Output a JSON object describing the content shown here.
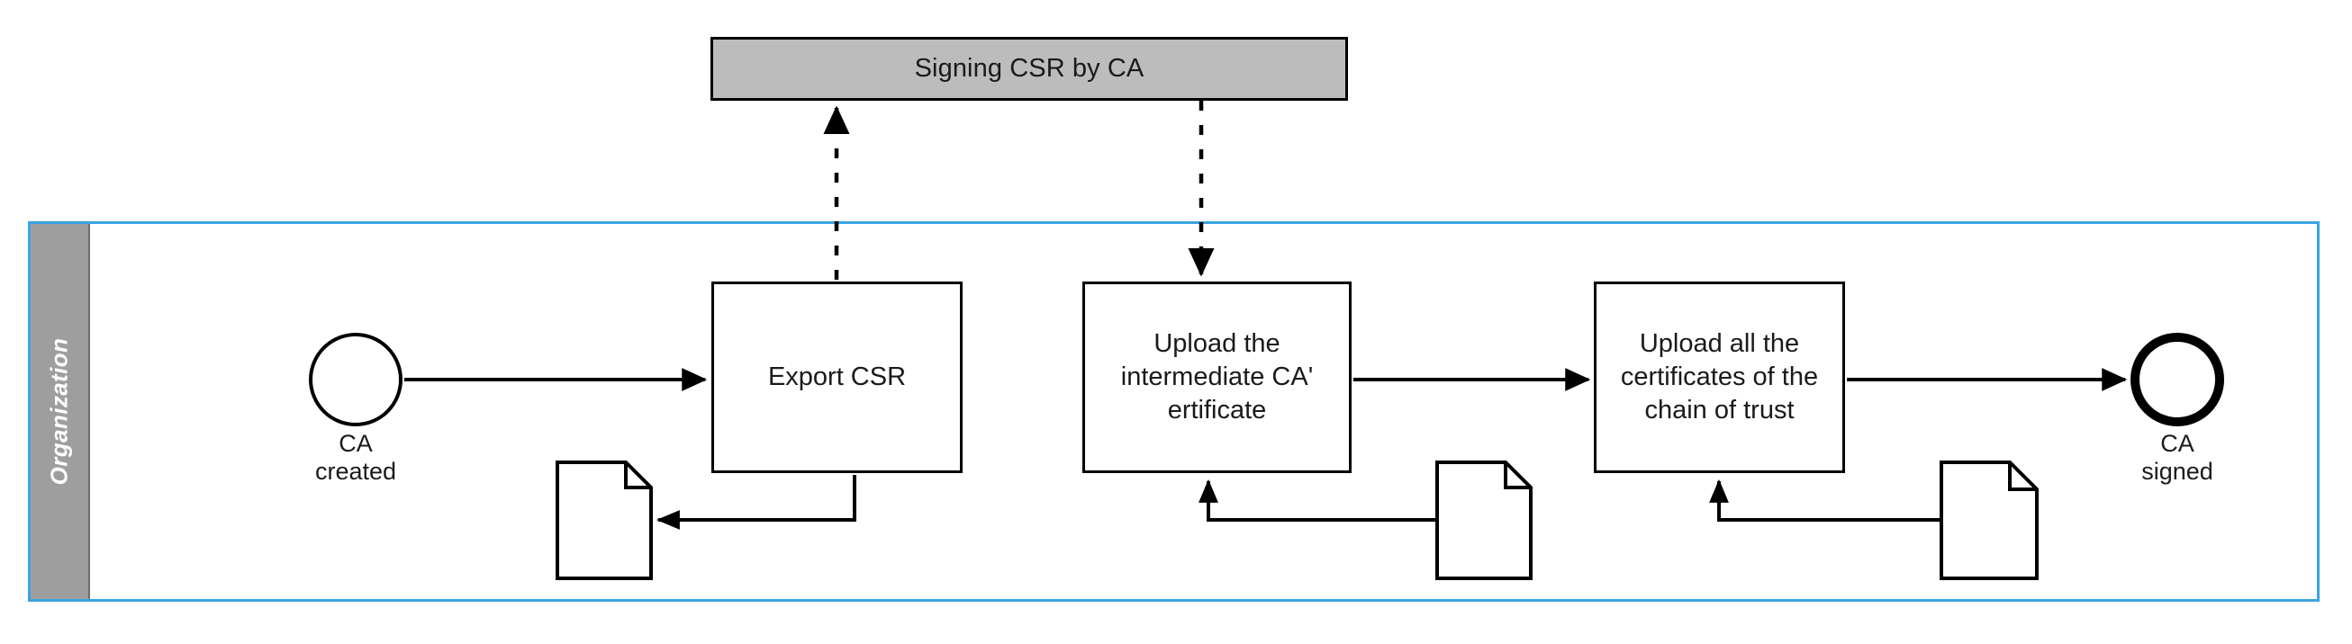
{
  "diagram": {
    "title": "CA signing BPMN collaboration",
    "colors": {
      "pool_border": "#3aa3e3",
      "lane_header_fill": "#9e9e9e",
      "blackbox_fill": "#bcbcbc",
      "stroke": "#000000",
      "shape_fill": "#ffffff"
    }
  },
  "blackbox_pool": {
    "label": "Signing CSR by CA"
  },
  "pool": {
    "lane_label": "Organization"
  },
  "events": {
    "start": {
      "label": "CA\ncreated"
    },
    "end": {
      "label": "CA\nsigned"
    }
  },
  "tasks": [
    {
      "id": "export-csr",
      "label": "Export CSR"
    },
    {
      "id": "upload-int",
      "label": "Upload the\nintermediate CA'\nertificate"
    },
    {
      "id": "upload-all",
      "label": "Upload all the\ncertificates of the\nchain of trust"
    }
  ],
  "data_objects": [
    {
      "id": "doc-1",
      "label": ""
    },
    {
      "id": "doc-2",
      "label": ""
    },
    {
      "id": "doc-3",
      "label": ""
    }
  ],
  "flows": {
    "sequence": [
      {
        "from": "start",
        "to": "export-csr"
      },
      {
        "from": "upload-int",
        "to": "upload-all"
      },
      {
        "from": "upload-all",
        "to": "end"
      }
    ],
    "message": [
      {
        "from": "export-csr",
        "to": "signing-csr-by-ca",
        "style": "dashed"
      },
      {
        "from": "signing-csr-by-ca",
        "to": "upload-int",
        "style": "dashed"
      }
    ],
    "association": [
      {
        "from": "export-csr",
        "to": "doc-1"
      },
      {
        "from": "doc-2",
        "to": "upload-int"
      },
      {
        "from": "doc-3",
        "to": "upload-all"
      }
    ]
  }
}
